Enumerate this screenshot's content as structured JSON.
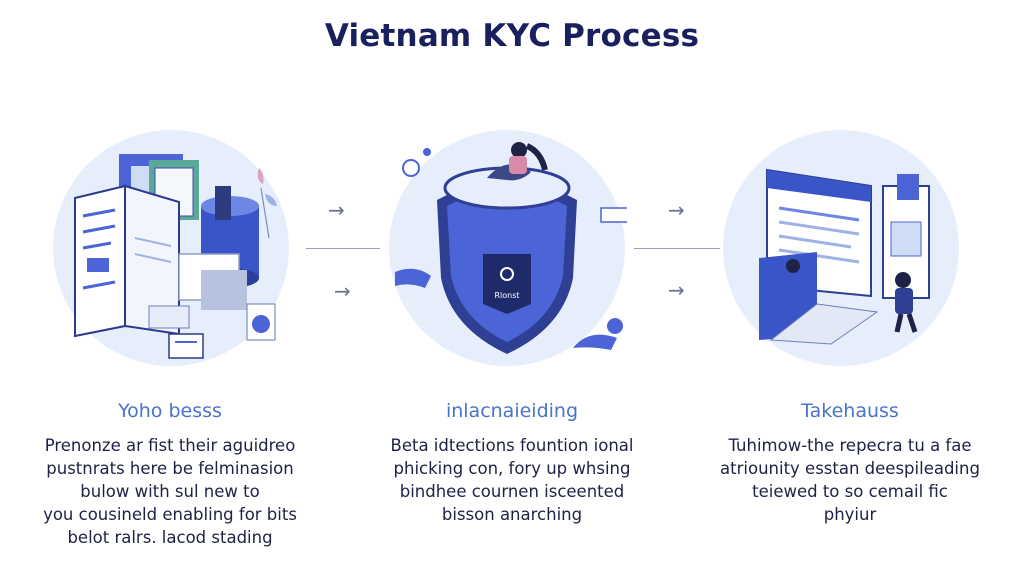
{
  "title": "Vietnam KYC Process",
  "arrows": {
    "glyph": "→"
  },
  "steps": [
    {
      "title": "Yoho besss",
      "illustration": "documents-and-server-icon",
      "description": [
        "Prenonze ar fist their aguidreo",
        "pustnrats here be felminasion",
        "bulow with sul new to",
        "you cousineld enabling for bits",
        "belot ralrs. lacod stading"
      ]
    },
    {
      "title": "inlacnaieiding",
      "illustration": "shield-user-icon",
      "shield_label": "Rlonst",
      "description": [
        "Beta idtections fountion ional",
        "phicking con, fory up whsing",
        "bindhee cournen isceented",
        "bisson anarching"
      ]
    },
    {
      "title": "Takehauss",
      "illustration": "browser-verification-icon",
      "description": [
        "Tuhimow-the repecra tu a fae",
        "atriounity esstan deespileading",
        "teiewed to so cemail fic",
        "phyiur"
      ]
    }
  ],
  "colors": {
    "title": "#1a1f5e",
    "step_title": "#4a73c9",
    "circle_fill": "#e7eefb",
    "primary_blue": "#4b64d6",
    "navy": "#1f2a6b"
  }
}
